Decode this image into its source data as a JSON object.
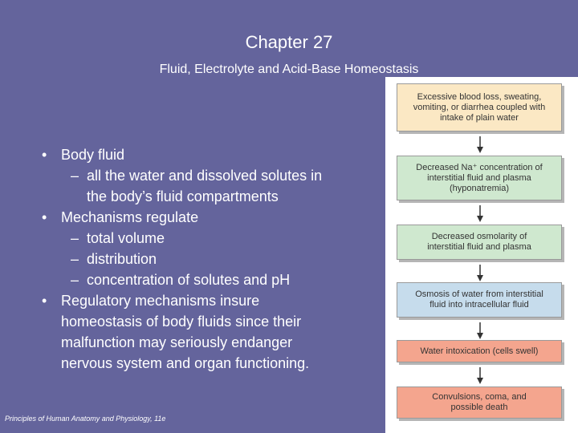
{
  "slide": {
    "title": "Chapter 27",
    "subtitle": "Fluid, Electrolyte and Acid-Base Homeostasis",
    "footer": "Principles of Human Anatomy and Physiology, 11e"
  },
  "bullets": {
    "b1": {
      "text": "Body fluid",
      "sub": [
        "all the water and dissolved solutes in",
        "the body’s fluid compartments"
      ]
    },
    "b2": {
      "text": "Mechanisms regulate",
      "sub": [
        "total volume",
        "distribution",
        "concentration of solutes and pH"
      ]
    },
    "b3": {
      "lines": [
        "Regulatory mechanisms insure",
        "homeostasis of body fluids since their",
        "malfunction may seriously endanger",
        "nervous system and organ functioning."
      ]
    }
  },
  "flowchart": {
    "boxes": [
      {
        "lines": [
          "Excessive blood loss, sweating,",
          "vomiting, or diarrhea coupled with",
          "intake of plain water"
        ],
        "color": "#fbe8c4"
      },
      {
        "lines": [
          "Decreased Na⁺ concentration of",
          "interstitial fluid and plasma",
          "(hyponatremia)"
        ],
        "color": "#cfe8cf"
      },
      {
        "lines": [
          "Decreased osmolarity of",
          "interstitial fluid and plasma"
        ],
        "color": "#cfe8cf"
      },
      {
        "lines": [
          "Osmosis of water from interstitial",
          "fluid into intracellular fluid"
        ],
        "color": "#c6dcec"
      },
      {
        "lines": [
          "Water intoxication (cells swell)"
        ],
        "color": "#f4a58e"
      },
      {
        "lines": [
          "Convulsions, coma, and",
          "possible death"
        ],
        "color": "#f4a58e"
      }
    ]
  }
}
